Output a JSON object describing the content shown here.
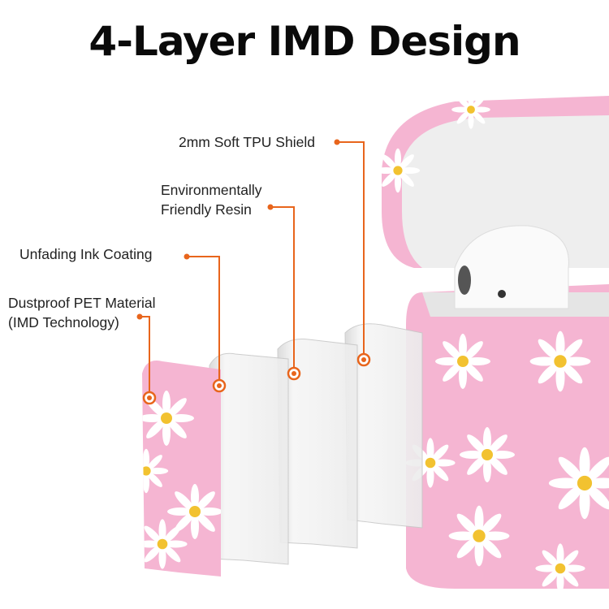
{
  "title": "4-Layer IMD Design",
  "layers": [
    {
      "label_lines": [
        "2mm Soft TPU Shield"
      ]
    },
    {
      "label_lines": [
        "Environmentally",
        "Friendly Resin"
      ]
    },
    {
      "label_lines": [
        "Unfading Ink Coating"
      ]
    },
    {
      "label_lines": [
        "Dustproof PET Material",
        "(IMD Technology)"
      ]
    }
  ],
  "colors": {
    "accent": "#e8651c",
    "case_pink": "#f5b5d2",
    "flower": "#ffffff",
    "flower_center": "#f2c230"
  }
}
